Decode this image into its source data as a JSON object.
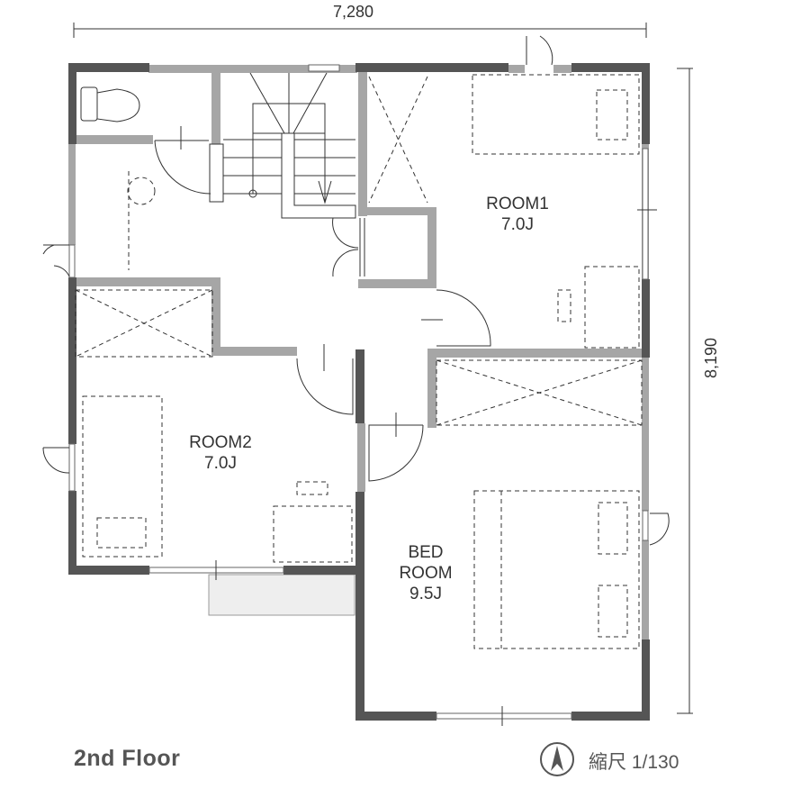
{
  "dimensions": {
    "width": "7,280",
    "height": "8,190"
  },
  "rooms": [
    {
      "name": "ROOM1",
      "size": "7.0J"
    },
    {
      "name": "ROOM2",
      "size": "7.0J"
    },
    {
      "name": "BED ROOM",
      "line1": "BED",
      "line2": "ROOM",
      "size": "9.5J"
    }
  ],
  "floor_label": "2nd Floor",
  "scale_label": "縮尺 1/130",
  "colors": {
    "exterior_wall": "#555555",
    "interior_wall": "#a6a6a6",
    "line": "#333333"
  }
}
